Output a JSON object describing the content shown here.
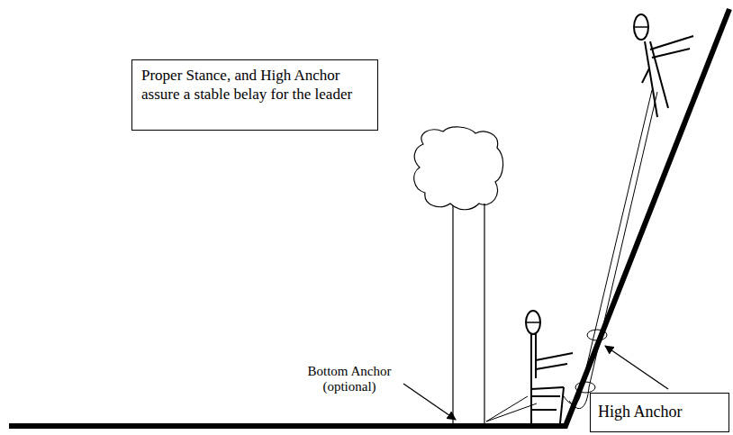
{
  "diagram": {
    "nodes": [
      {
        "text": [
          "Proper Stance, and High Anchor assure a stable belay for the leader"
        ]
      },
      {
        "text": [
          "High Anchor"
        ]
      }
    ],
    "labels": [
      "Bottom Anchor (optional)"
    ]
  }
}
